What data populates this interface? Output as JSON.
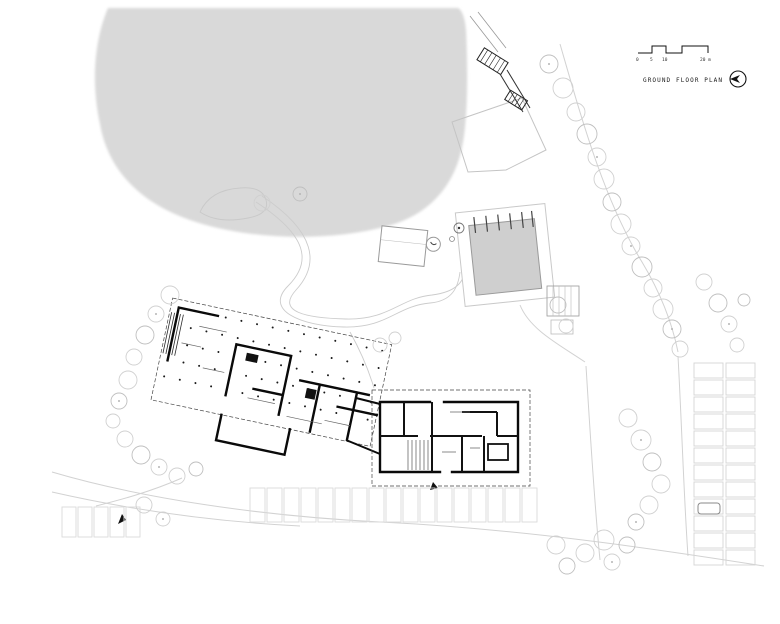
{
  "drawing": {
    "title": "GROUND FLOOR PLAN",
    "scale": {
      "labels": [
        "0",
        "5",
        "10",
        "20 m"
      ]
    },
    "colors": {
      "paper": "#ffffff",
      "lake": "#d9d9d9",
      "ink": "#111111",
      "light_line": "#cccccc"
    }
  }
}
